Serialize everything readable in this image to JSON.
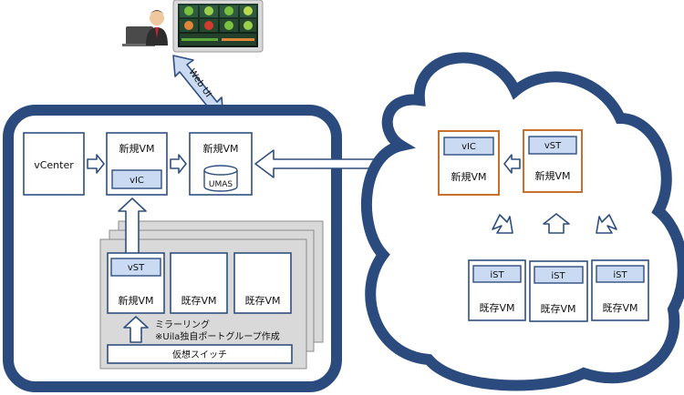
{
  "web_ui_label": "Web UI",
  "left": {
    "vcenter": "vCenter",
    "new_vm_1": "新規VM",
    "vic": "vIC",
    "new_vm_2": "新規VM",
    "umas": "UMAS",
    "vst": "vST",
    "new_vm_3": "新規VM",
    "existing_vm_1": "既存VM",
    "existing_vm_2": "既存VM",
    "mirroring_line1": "ミラーリング",
    "mirroring_line2": "※Uila独自ポートグループ作成",
    "virtual_switch": "仮想スイッチ"
  },
  "cloud": {
    "vic_label": "vIC",
    "vic_vm": "新規VM",
    "vst_label": "vST",
    "vst_vm": "新規VM",
    "ist_items": [
      {
        "tag": "iST",
        "vm": "既存VM"
      },
      {
        "tag": "iST",
        "vm": "既存VM"
      },
      {
        "tag": "iST",
        "vm": "既存VM"
      }
    ]
  },
  "colors": {
    "frame": "#2b4a7e",
    "box_border": "#2f4f7f",
    "tag_fill": "#c9daf2",
    "orange": "#c8702d"
  },
  "icons": [
    "user-at-laptop-icon",
    "dashboard-monitor-icon"
  ]
}
